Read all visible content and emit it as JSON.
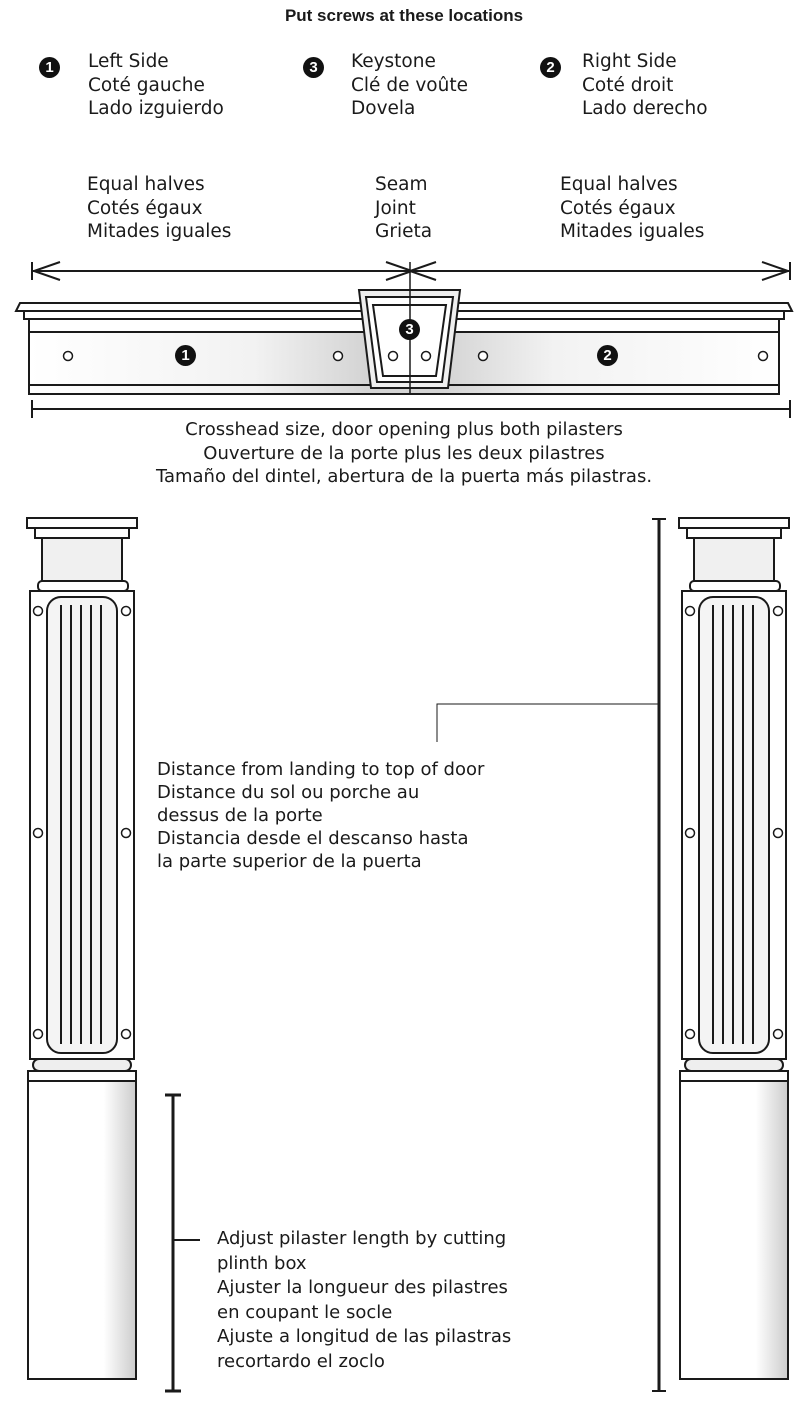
{
  "title": "Put screws at these locations",
  "legend": [
    {
      "number": "1",
      "lines": [
        "Left Side",
        "Coté gauche",
        "Lado izguierdo"
      ]
    },
    {
      "number": "3",
      "lines": [
        "Keystone",
        "Clé de voûte",
        "Dovela"
      ]
    },
    {
      "number": "2",
      "lines": [
        "Right Side",
        "Coté droit",
        "Lado derecho"
      ]
    }
  ],
  "halves": {
    "left": [
      "Equal halves",
      "Cotés égaux",
      "Mitades iguales"
    ],
    "center": [
      "Seam",
      "Joint",
      "Grieta"
    ],
    "right": [
      "Equal halves",
      "Cotés égaux",
      "Mitades iguales"
    ]
  },
  "crosshead": {
    "markers": {
      "left": "1",
      "keystone": "3",
      "right": "2"
    },
    "size_lines": [
      "Crosshead size, door opening plus both pilasters",
      "Ouverture de la porte plus les deux pilastres",
      "Tamaño del dintel, abertura de la puerta más pilastras."
    ]
  },
  "door_height_lines": [
    "Distance from landing to top of door",
    "Distance du sol ou porche au",
    "dessus de la porte",
    "Distancia desde el descanso hasta",
    "la parte superior de la puerta"
  ],
  "plinth_lines": [
    "Adjust pilaster length by cutting",
    "plinth box",
    "Ajuster la longueur des pilastres",
    "en coupant le socle",
    "Ajuste a longitud  de las pilastras",
    "recortardo el zoclo"
  ],
  "colors": {
    "ink": "#1a1a1a",
    "marker": "#111111",
    "shade": "#dcdcdc"
  }
}
